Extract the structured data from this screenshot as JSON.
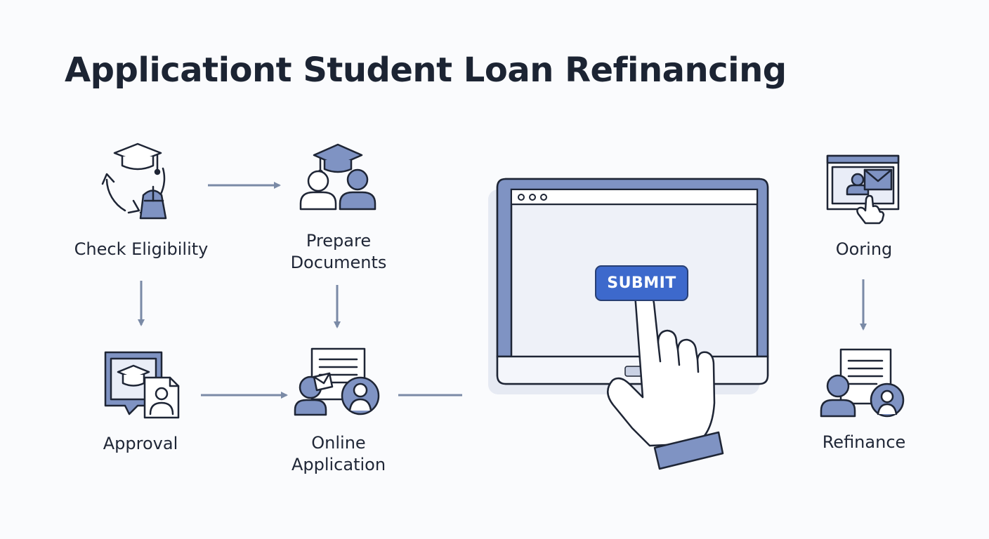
{
  "title": "Applicationt Student Loan Refinancing",
  "steps": {
    "check_eligibility": {
      "lines": [
        "Check Eligibility"
      ]
    },
    "prepare_documents": {
      "lines": [
        "Prepare",
        "Documents"
      ]
    },
    "approval": {
      "lines": [
        "Approval"
      ]
    },
    "online_application": {
      "lines": [
        "Online",
        "Application"
      ]
    },
    "ooring": {
      "lines": [
        "Ooring"
      ]
    },
    "refinance": {
      "lines": [
        "Refinance"
      ]
    }
  },
  "browser": {
    "submit_label": "SUBMIT"
  },
  "colors": {
    "stroke": "#1e2535",
    "fill_blue": "#7f93c3",
    "fill_light": "#e9edf7",
    "arrow": "#7a8aa6",
    "button": "#3d69cc"
  }
}
